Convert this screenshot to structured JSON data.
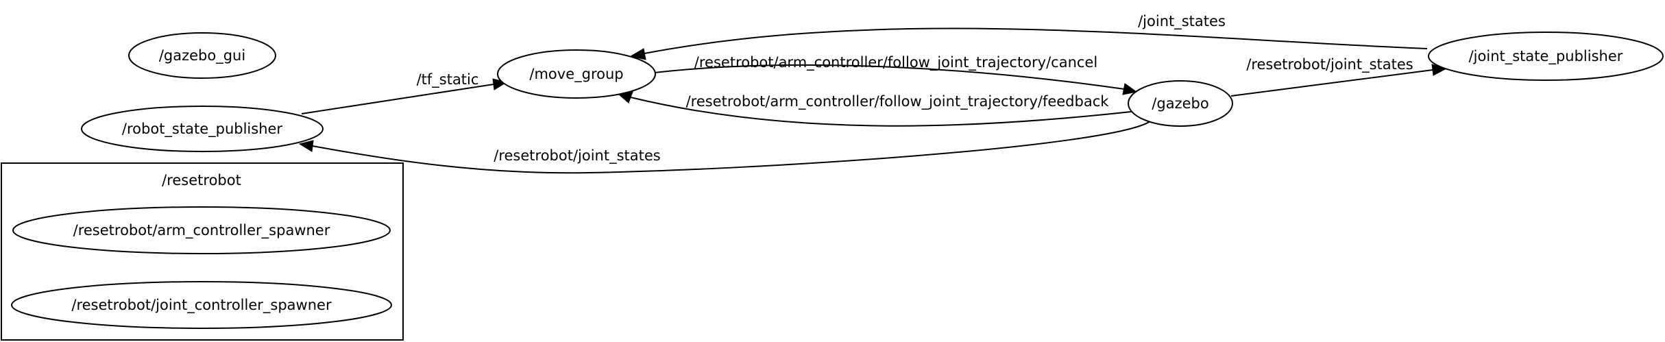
{
  "graph": {
    "clusters": {
      "resetrobot": {
        "label": "/resetrobot"
      }
    },
    "nodes": {
      "gazebo_gui": "/gazebo_gui",
      "robot_state_publisher": "/robot_state_publisher",
      "move_group": "/move_group",
      "gazebo": "/gazebo",
      "joint_state_publisher": "/joint_state_publisher",
      "arm_controller_spawner": "/resetrobot/arm_controller_spawner",
      "joint_controller_spawner": "/resetrobot/joint_controller_spawner"
    },
    "edges": [
      {
        "from": "/robot_state_publisher",
        "to": "/move_group",
        "label": "/tf_static"
      },
      {
        "from": "/move_group",
        "to": "/gazebo",
        "label": "/resetrobot/arm_controller/follow_joint_trajectory/cancel"
      },
      {
        "from": "/gazebo",
        "to": "/move_group",
        "label": "/resetrobot/arm_controller/follow_joint_trajectory/feedback"
      },
      {
        "from": "/gazebo",
        "to": "/robot_state_publisher",
        "label": "/resetrobot/joint_states"
      },
      {
        "from": "/gazebo",
        "to": "/joint_state_publisher",
        "label": "/resetrobot/joint_states"
      },
      {
        "from": "/joint_state_publisher",
        "to": "/move_group",
        "label": "/joint_states"
      }
    ]
  }
}
